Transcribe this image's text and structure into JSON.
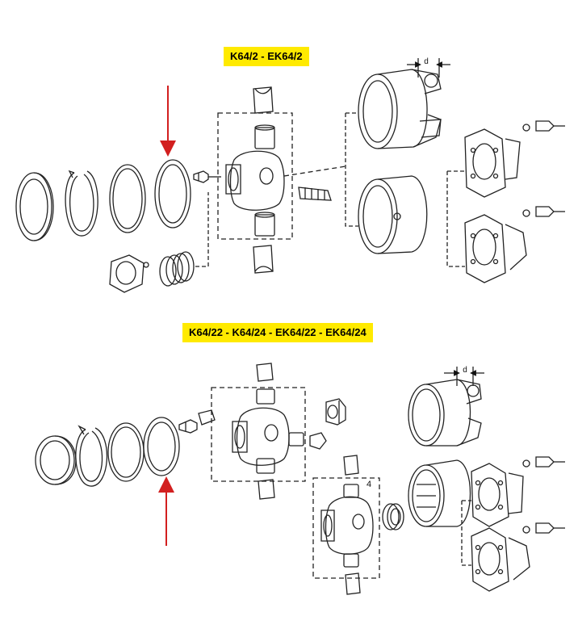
{
  "diagram": {
    "top": {
      "title": "K64/2 - EK64/2",
      "dimension_label": "d"
    },
    "bottom": {
      "title": "K64/22 - K64/24 - EK64/22 - EK64/24",
      "dimension_label": "d",
      "callout_number": "4"
    }
  },
  "colors": {
    "highlight": "#ffea00",
    "arrow": "#d21f1f",
    "line": "#222222"
  }
}
